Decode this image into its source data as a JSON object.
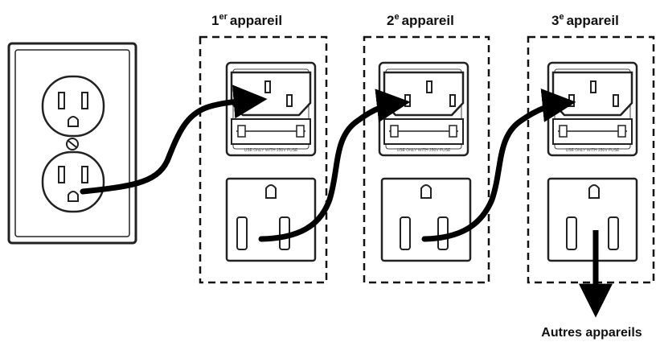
{
  "devices": [
    {
      "number": "1",
      "suffix": "er",
      "word": "appareil"
    },
    {
      "number": "2",
      "suffix": "e",
      "word": "appareil"
    },
    {
      "number": "3",
      "suffix": "e",
      "word": "appareil"
    }
  ],
  "fuse_text": "USE ONLY WITH 250V FUSE",
  "other_devices_label": "Autres appareils"
}
